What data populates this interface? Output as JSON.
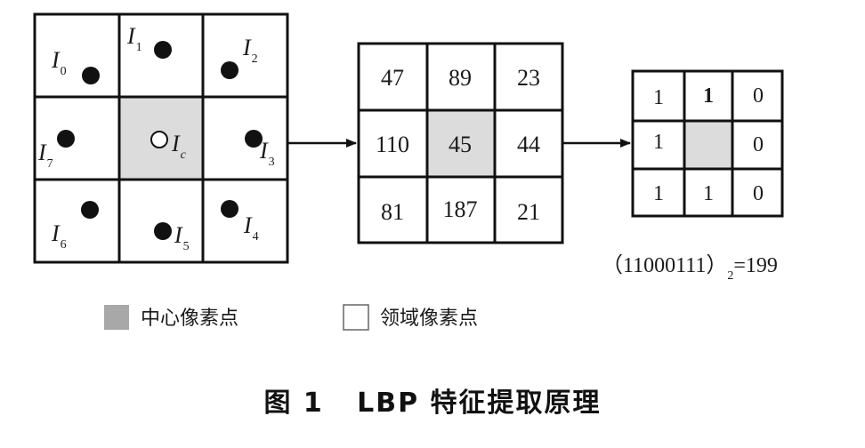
{
  "neighborhood": {
    "labels": {
      "I0": {
        "base": "I",
        "sub": "0"
      },
      "I1": {
        "base": "I",
        "sub": "1"
      },
      "I2": {
        "base": "I",
        "sub": "2"
      },
      "I3": {
        "base": "I",
        "sub": "3"
      },
      "I4": {
        "base": "I",
        "sub": "4"
      },
      "I5": {
        "base": "I",
        "sub": "5"
      },
      "I6": {
        "base": "I",
        "sub": "6"
      },
      "I7": {
        "base": "I",
        "sub": "7"
      },
      "Ic": {
        "base": "I",
        "sub": "c"
      }
    }
  },
  "pixel_values": {
    "rows": [
      [
        "47",
        "89",
        "23"
      ],
      [
        "110",
        "45",
        "44"
      ],
      [
        "81",
        "187",
        "21"
      ]
    ]
  },
  "binary_pattern": {
    "rows": [
      [
        "1",
        "1",
        "0"
      ],
      [
        "1",
        "",
        "0"
      ],
      [
        "1",
        "1",
        "0"
      ]
    ]
  },
  "formula": {
    "code": "（11000111）",
    "base": "2",
    "result": "=199"
  },
  "legend": {
    "center_label": "中心像素点",
    "neighbor_label": "领域像素点"
  },
  "caption": {
    "figure": "图 1",
    "title": "LBP 特征提取原理"
  },
  "colors": {
    "center_fill": "#dcdcdc",
    "legend_center_swatch": "#a8a8a8",
    "line": "#111111"
  }
}
